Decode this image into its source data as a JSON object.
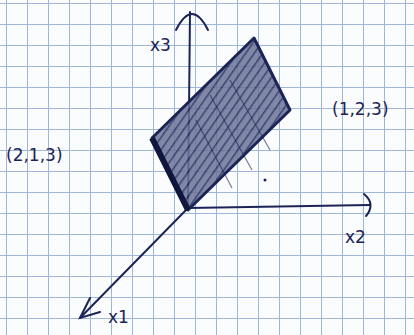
{
  "diagram": {
    "labels": [
      "x3",
      "(1,2,3)",
      "(2,1,3)",
      "x2",
      "x1"
    ]
  }
}
